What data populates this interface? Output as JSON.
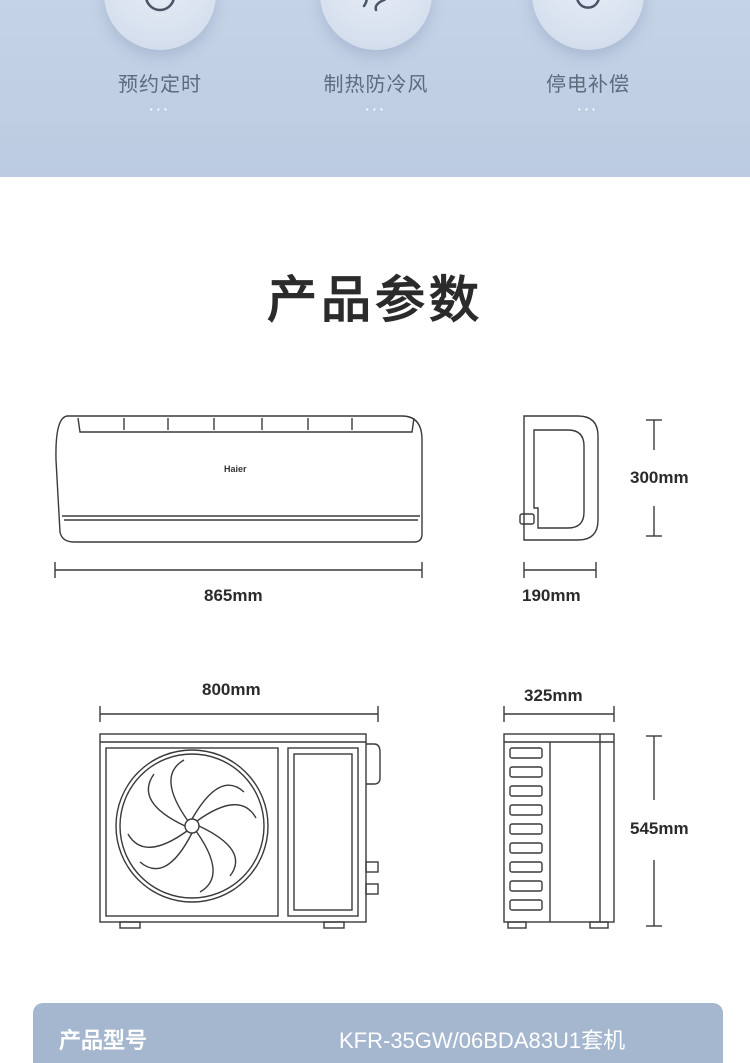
{
  "features": [
    {
      "label": "预约定时",
      "icon": "timer-icon"
    },
    {
      "label": "制热防冷风",
      "icon": "heating-icon"
    },
    {
      "label": "停电补偿",
      "icon": "power-compensation-icon"
    }
  ],
  "feature_dots": "•••",
  "section": {
    "title": "产品参数"
  },
  "indoor_unit": {
    "brand": "Haier",
    "width": "865mm",
    "height": "300mm",
    "depth": "190mm"
  },
  "outdoor_unit": {
    "width": "800mm",
    "depth": "325mm",
    "height": "545mm"
  },
  "specs": [
    {
      "key": "产品型号",
      "value": "KFR-35GW/06BDA83U1套机"
    }
  ],
  "colors": {
    "band": "#c5d3e6",
    "card": "#a5b6cf",
    "line": "#3a3a3a"
  }
}
